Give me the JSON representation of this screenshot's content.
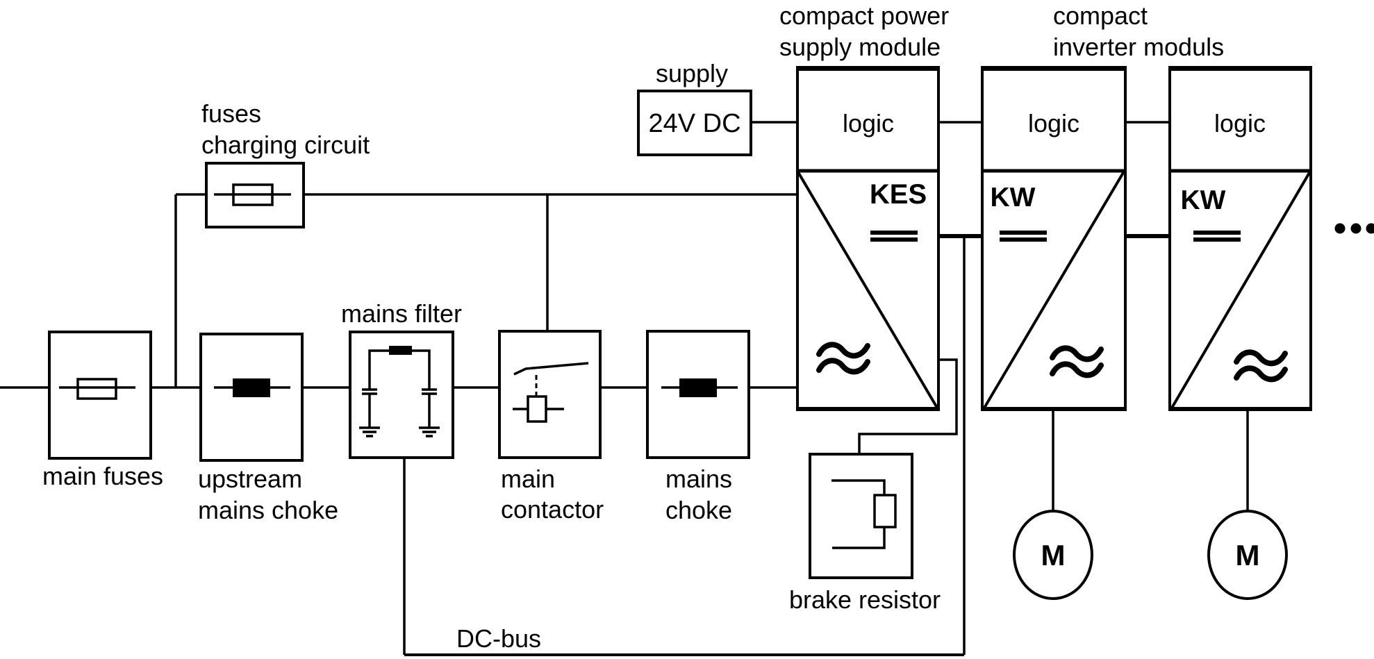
{
  "colors": {
    "background": "#ffffff",
    "ink": "#000000"
  },
  "headers": {
    "power_supply_module": {
      "line1": "compact power",
      "line2": "supply module"
    },
    "inverter_modules": {
      "line1": "compact",
      "line2": "inverter moduls"
    }
  },
  "supply": {
    "label": "supply",
    "value": "24V DC"
  },
  "charging": {
    "line1": "fuses",
    "line2": "charging circuit"
  },
  "blocks": {
    "main_fuses": "main fuses",
    "upstream_choke": {
      "line1": "upstream",
      "line2": "mains choke"
    },
    "mains_filter": "mains filter",
    "main_contactor": {
      "line1": "main",
      "line2": "contactor"
    },
    "mains_choke": {
      "line1": "mains",
      "line2": "choke"
    },
    "brake_resistor": "brake resistor",
    "dc_bus": "DC-bus"
  },
  "modules": [
    {
      "logic": "logic",
      "tag": "KES"
    },
    {
      "logic": "logic",
      "tag": "KW"
    },
    {
      "logic": "logic",
      "tag": "KW"
    }
  ],
  "motors": [
    {
      "label": "M"
    },
    {
      "label": "M"
    }
  ]
}
